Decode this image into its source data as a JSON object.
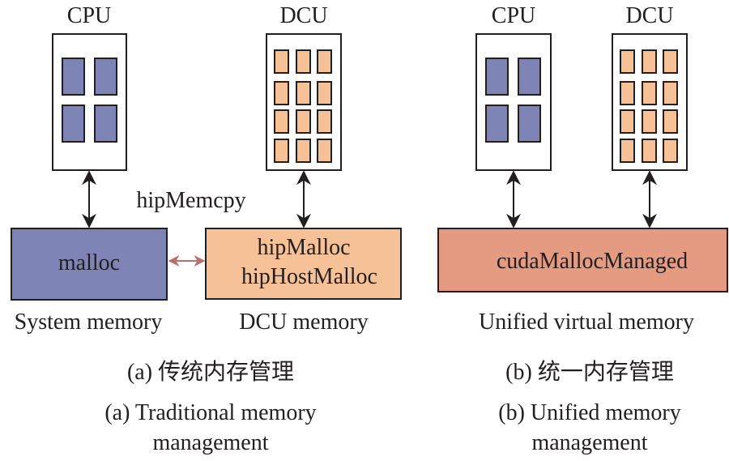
{
  "panel_a": {
    "cpu_label": "CPU",
    "dcu_label": "DCU",
    "transfer_label": "hipMemcpy",
    "system_memory_box": "malloc",
    "dcu_memory_box_line1": "hipMalloc",
    "dcu_memory_box_line2": "hipHostMalloc",
    "system_memory_label": "System memory",
    "dcu_memory_label": "DCU memory",
    "caption_cn": "(a) 传统内存管理",
    "caption_en_line1": "(a) Traditional memory",
    "caption_en_line2": "management"
  },
  "panel_b": {
    "cpu_label": "CPU",
    "dcu_label": "DCU",
    "unified_box": "cudaMallocManaged",
    "unified_label": "Unified virtual memory",
    "caption_cn": "(b) 统一内存管理",
    "caption_en_line1": "(b) Unified memory",
    "caption_en_line2": "management"
  },
  "colors": {
    "cpu_core": "#7f84b6",
    "dcu_core": "#f6c197",
    "system_memory": "#7f84b6",
    "dcu_memory": "#f6c197",
    "unified_memory": "#e59a82",
    "transfer_arrow": "#b7706f",
    "stroke": "#231f20"
  }
}
